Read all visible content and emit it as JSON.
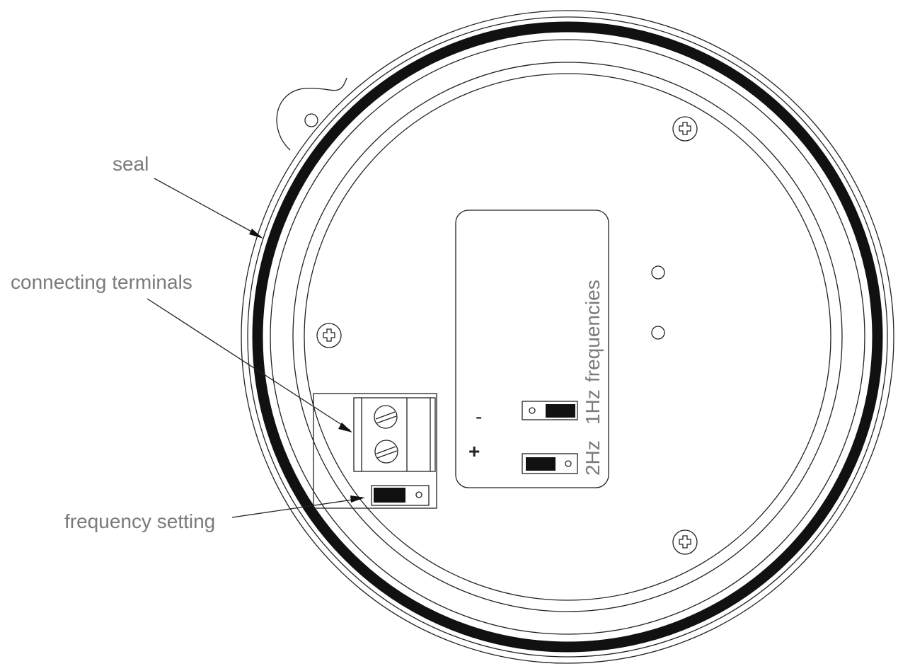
{
  "labels": {
    "seal": "seal",
    "connecting_terminals": "connecting terminals",
    "frequency_setting": "frequency setting",
    "frequencies": "frequencies",
    "hz1": "1Hz",
    "hz2": "2Hz",
    "minus": "-",
    "plus": "+"
  }
}
